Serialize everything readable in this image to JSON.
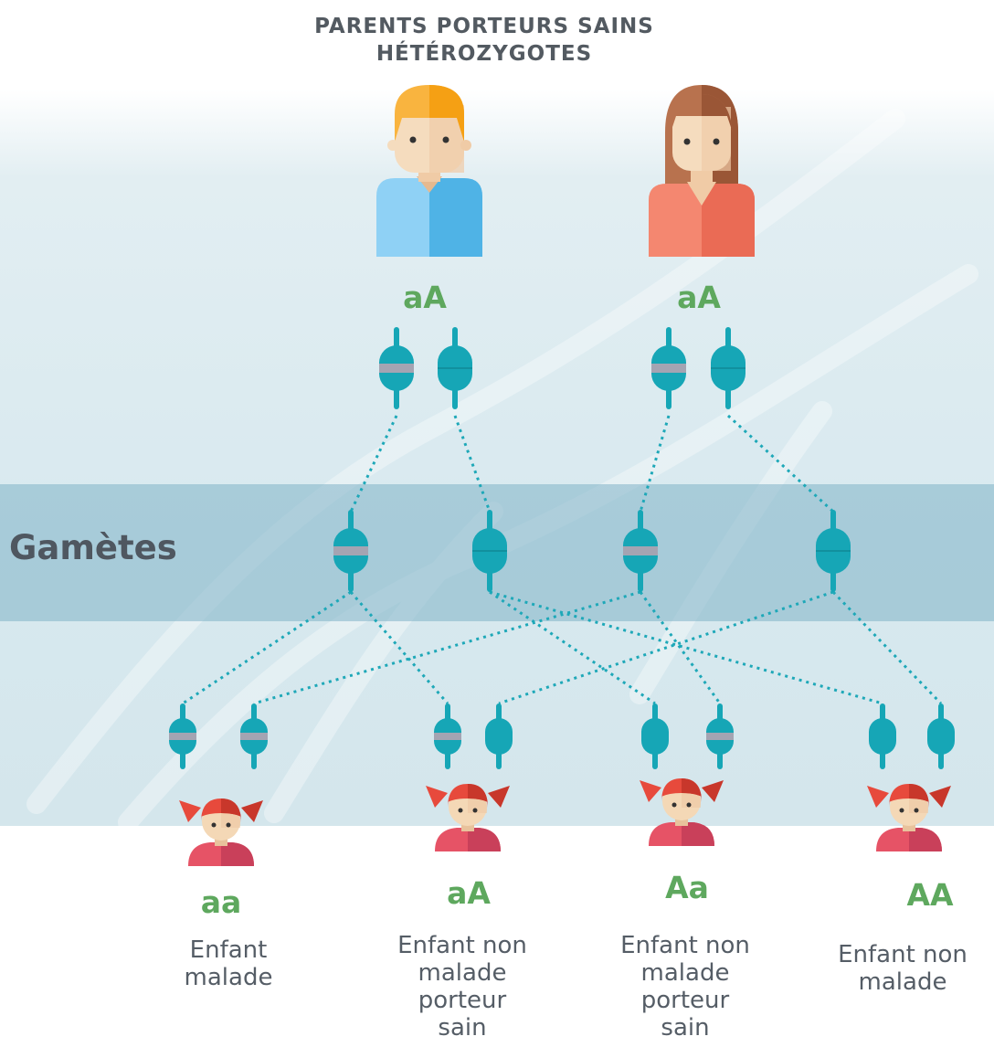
{
  "header": {
    "title_line1": "PARENTS PORTEURS SAINS",
    "title_line2": "HÉTÉROZYGOTES"
  },
  "parents": [
    {
      "genotype": "aA"
    },
    {
      "genotype": "aA"
    }
  ],
  "gametes": {
    "label": "Gamètes"
  },
  "children": [
    {
      "genotype": "aa",
      "description": [
        "Enfant",
        "malade"
      ]
    },
    {
      "genotype": "aA",
      "description": [
        "Enfant non",
        "malade",
        "porteur",
        "sain"
      ]
    },
    {
      "genotype": "Aa",
      "description": [
        "Enfant non",
        "malade",
        "porteur",
        "sain"
      ]
    },
    {
      "genotype": "AA",
      "description": [
        "Enfant non",
        "malade"
      ]
    }
  ],
  "colors": {
    "chromosome": "#16a6b6",
    "band": "#a4a4b2",
    "genotype_text": "#5ea85e",
    "gamete_band": "#7fb3c6",
    "background": "#dcebf0"
  },
  "icons": [
    "father-icon",
    "mother-icon",
    "girl-child-icon",
    "chromosome-icon"
  ]
}
